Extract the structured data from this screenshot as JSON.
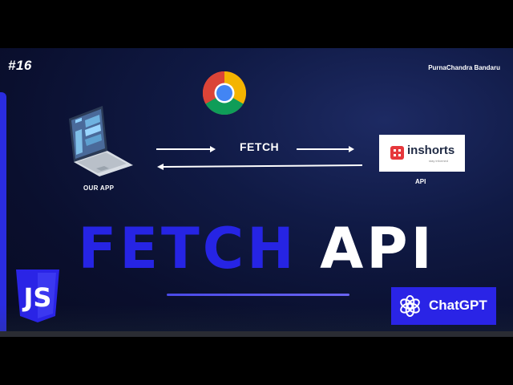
{
  "episode": "#16",
  "author": "PurnaChandra Bandaru",
  "diagram": {
    "left_label": "OUR APP",
    "middle_label": "FETCH",
    "right_label": "API",
    "api_brand": "inshorts",
    "api_tagline": "stay informed"
  },
  "title": {
    "word1": "FETCH",
    "word2": "API"
  },
  "badges": {
    "js_label": "JS",
    "chatgpt_label": "ChatGPT"
  },
  "colors": {
    "background": "#0a0f2e",
    "accent_blue": "#2624e4",
    "white": "#ffffff",
    "inshorts_red": "#e6383c"
  },
  "icons": [
    "chrome-icon",
    "laptop-icon",
    "inshorts-logo-icon",
    "javascript-shield-icon",
    "chatgpt-icon"
  ]
}
